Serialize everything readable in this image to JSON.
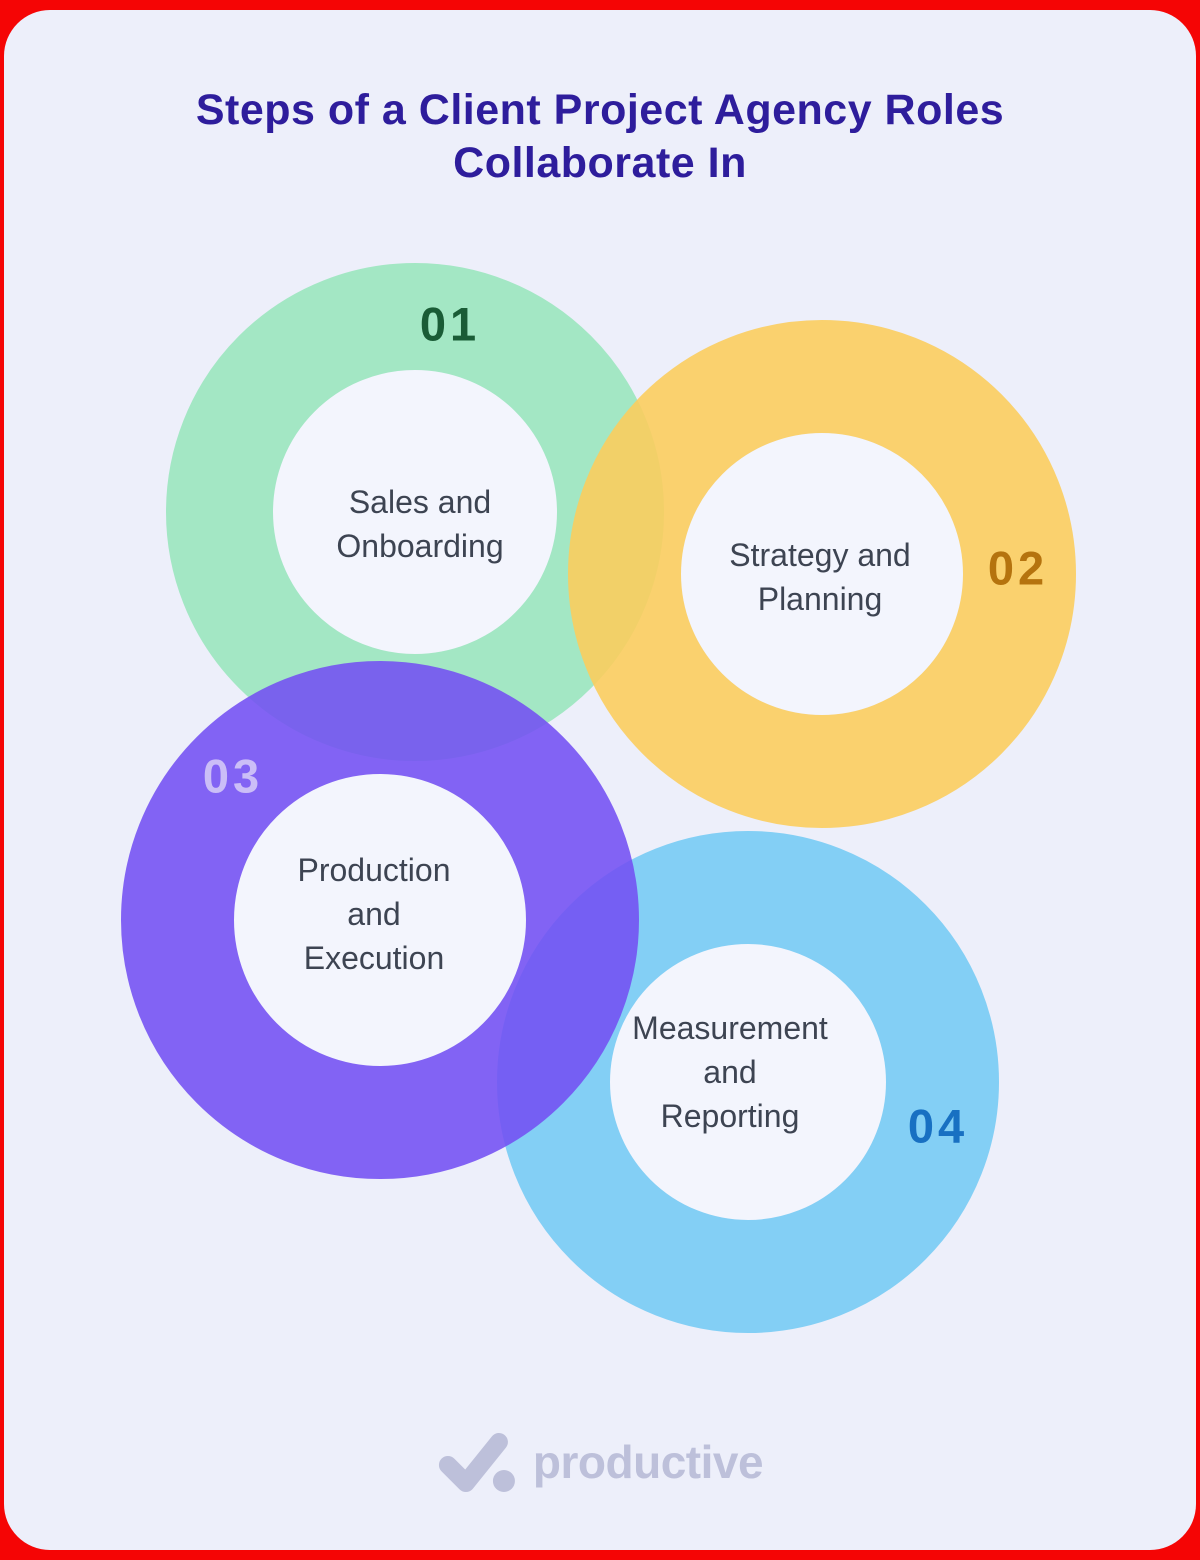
{
  "page": {
    "title_lines": [
      "Steps of a Client Project Agency Roles",
      "Collaborate In"
    ]
  },
  "colors": {
    "outer_bg": "#f50505",
    "card_bg": "#edeffa",
    "hole_fill": "#f3f5fd",
    "title": "#2e1d9c",
    "label_text": "#3d4452",
    "logo": "#bdc0da"
  },
  "steps": [
    {
      "number": "01",
      "ring_color": "#9ce6bf",
      "number_color": "#1a5c36",
      "lines": [
        "Sales and",
        "Onboarding"
      ]
    },
    {
      "number": "02",
      "ring_color": "#fbcd5e",
      "number_color": "#b5730e",
      "lines": [
        "Strategy and",
        "Planning"
      ]
    },
    {
      "number": "03",
      "ring_color": "#7350f2",
      "number_color": "#cbbef7",
      "lines": [
        "Production",
        "and",
        "Execution"
      ]
    },
    {
      "number": "04",
      "ring_color": "#77cbf4",
      "number_color": "#1870c2",
      "lines": [
        "Measurement",
        "and",
        "Reporting"
      ]
    }
  ],
  "footer": {
    "logo_text": "productive"
  }
}
